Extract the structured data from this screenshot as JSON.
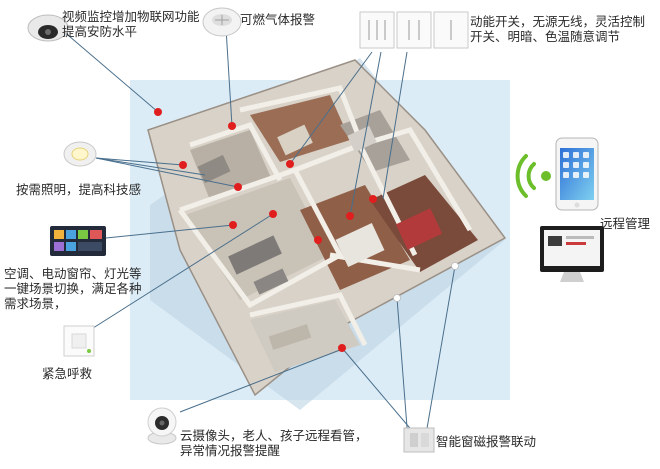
{
  "labels": {
    "surveillance": [
      "视频监控增加物联网功能",
      "提高安防水平"
    ],
    "gas_alarm": "可燃气体报警",
    "switch": [
      "动能开关，无源无线，灵活控制",
      "开关、明暗、色温随意调节"
    ],
    "lighting": "按需照明，提高科技感",
    "scene": [
      "空调、电动窗帘、灯光等",
      "一键场景切换，满足各种",
      "需求场景，"
    ],
    "emergency": "紧急呼救",
    "camera": [
      "云摄像头，老人、孩子远程看管，",
      "异常情况报警提醒"
    ],
    "window_alarm": "智能窗磁报警联动",
    "remote": "远程管理"
  },
  "colors": {
    "accent_dot": "#e01e1e",
    "connector_line": "#4a6f8c",
    "wifi_green": "#6cbf2a",
    "floor_bg": "#dcecf6"
  }
}
